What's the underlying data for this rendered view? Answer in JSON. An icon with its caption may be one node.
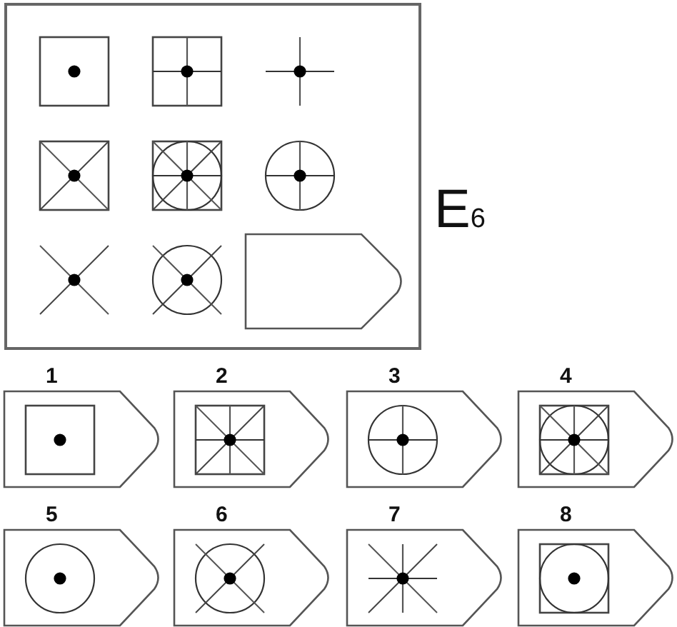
{
  "diagram": {
    "nodes": [
      {
        "text": [],
        "shape": "box"
      },
      {
        "text": [],
        "shape": "pentagon",
        "in": 0
      },
      {
        "text": [
          "1"
        ]
      },
      {
        "text": [
          "2"
        ]
      },
      {
        "text": [
          "3"
        ]
      },
      {
        "text": [
          "4"
        ]
      },
      {
        "text": [
          "5"
        ]
      },
      {
        "text": [
          "6"
        ]
      },
      {
        "text": [
          "7"
        ]
      },
      {
        "text": [
          "8"
        ]
      }
    ],
    "labels": [
      "E$_{6}$"
    ]
  }
}
